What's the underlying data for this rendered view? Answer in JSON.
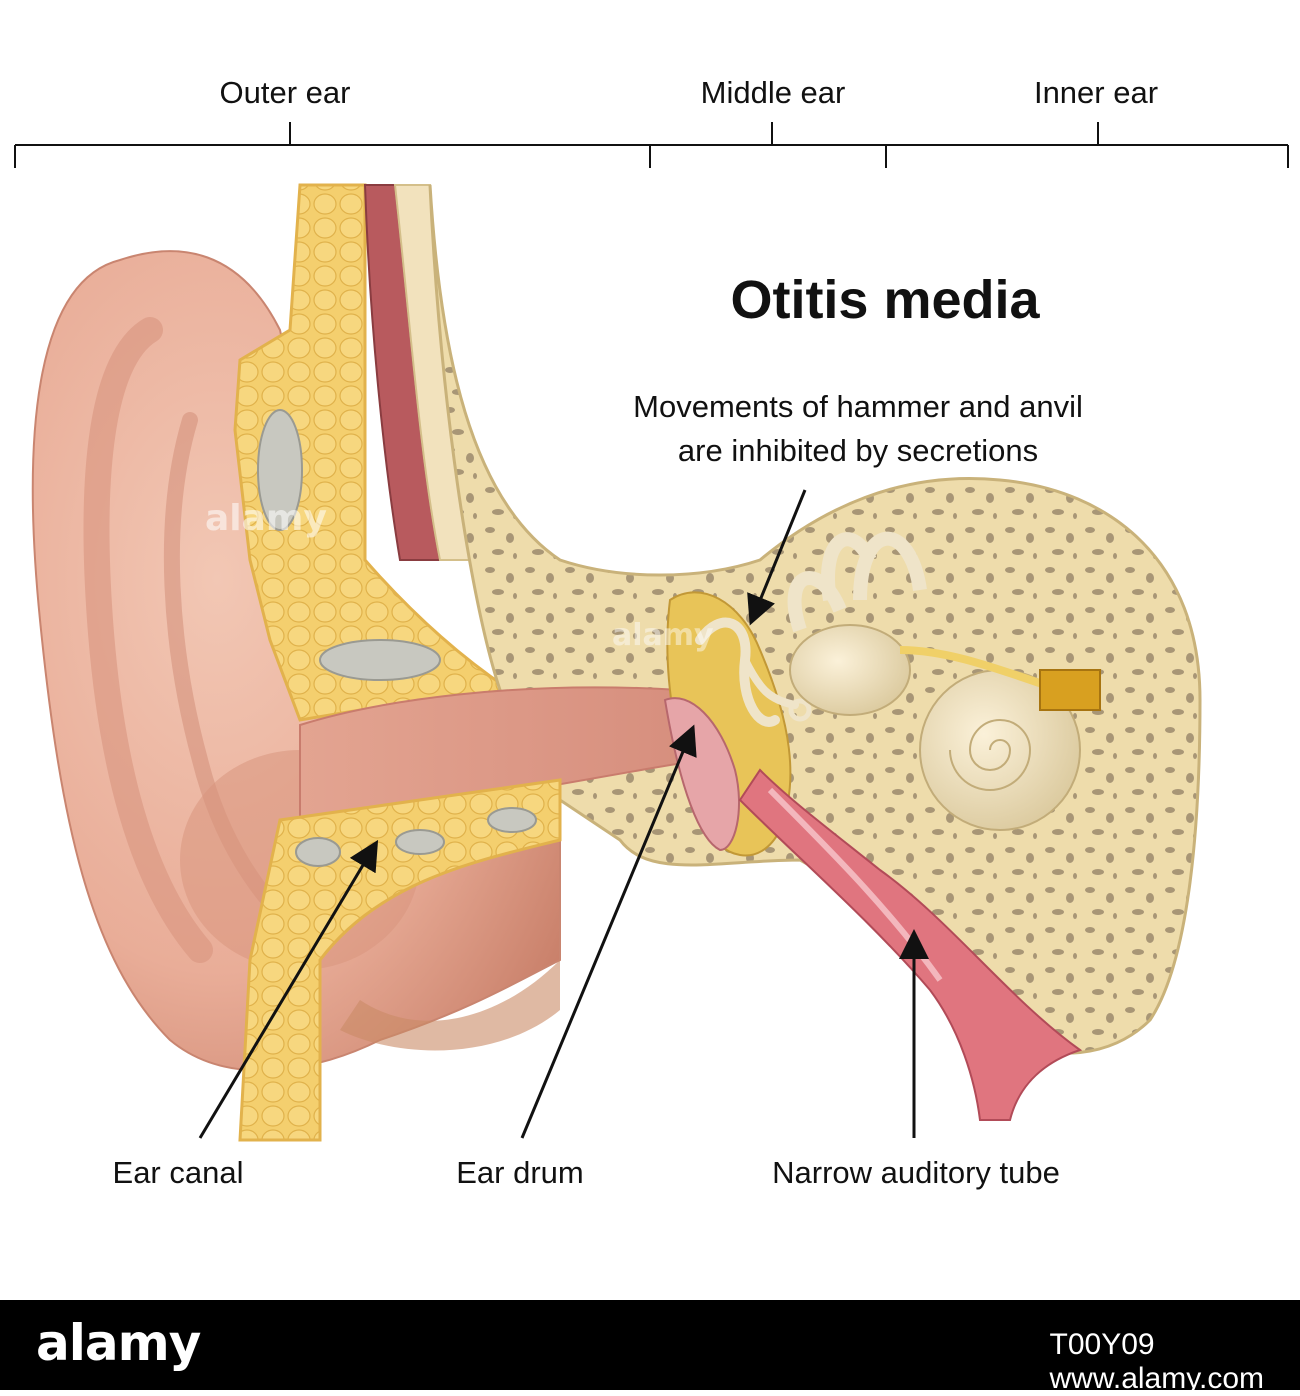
{
  "sections": {
    "outer": "Outer ear",
    "middle": "Middle ear",
    "inner": "Inner ear"
  },
  "title": "Otitis media",
  "annotation": {
    "line1": "Movements of hammer and anvil",
    "line2": "are inhibited by secretions"
  },
  "labels": {
    "ear_canal": "Ear canal",
    "ear_drum": "Ear drum",
    "auditory_tube": "Narrow auditory tube"
  },
  "watermark": "alamy",
  "footer": {
    "logo": "alamy",
    "image_id": "T00Y09",
    "url": "www.alamy.com"
  },
  "colors": {
    "skin": "#e9ad98",
    "bone": "#eedcab",
    "fat": "#f2c860",
    "pink_tissue": "#e0757f",
    "footer_bg": "#000000"
  }
}
